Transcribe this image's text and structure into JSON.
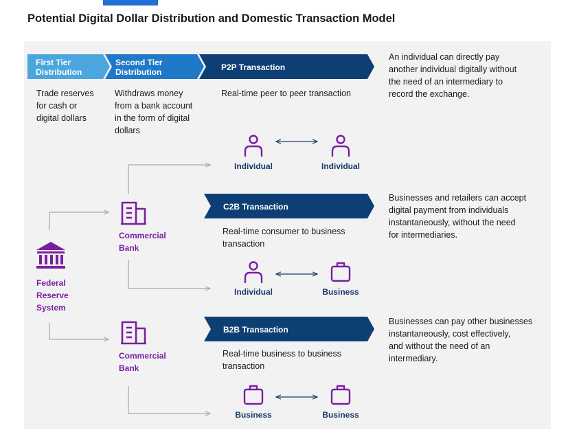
{
  "title": "Potential Digital Dollar Distribution and Domestic Transaction Model",
  "tiers": {
    "first": {
      "label_line1": "First Tier",
      "label_line2": "Distribution",
      "desc": [
        "Trade reserves",
        "for cash or",
        "digital dollars"
      ]
    },
    "second": {
      "label_line1": "Second Tier",
      "label_line2": "Distribution",
      "desc": [
        "Withdraws money",
        "from a bank account",
        "in the form of digital",
        "dollars"
      ]
    }
  },
  "transactions": [
    {
      "label": "P2P Transaction",
      "desc": [
        "Real-time peer to peer transaction"
      ],
      "from": "Individual",
      "to": "Individual",
      "side_text": [
        "An individual can directly pay",
        "another individual digitally without",
        "the need of an intermediary to",
        "record the exchange."
      ]
    },
    {
      "label": "C2B Transaction",
      "desc": [
        "Real-time consumer to business",
        "transaction"
      ],
      "from": "Individual",
      "to": "Business",
      "side_text": [
        "Businesses and retailers can accept",
        "digital payment from individuals",
        "instantaneously, without the need",
        "for intermediaries."
      ]
    },
    {
      "label": "B2B Transaction",
      "desc": [
        "Real-time business to business",
        "transaction"
      ],
      "from": "Business",
      "to": "Business",
      "side_text": [
        "Businesses can pay other businesses",
        "instantaneously, cost effectively,",
        "and without the need of an",
        "intermediary."
      ]
    }
  ],
  "entities": {
    "federal_reserve": [
      "Federal",
      "Reserve",
      "System"
    ],
    "commercial_bank_1": [
      "Commercial",
      "Bank"
    ],
    "commercial_bank_2": [
      "Commercial",
      "Bank"
    ]
  },
  "colors": {
    "navy": "#0d3f75",
    "light_blue": "#4aa6dd",
    "mid_blue": "#1f78c8",
    "purple": "#7a1fa2"
  }
}
